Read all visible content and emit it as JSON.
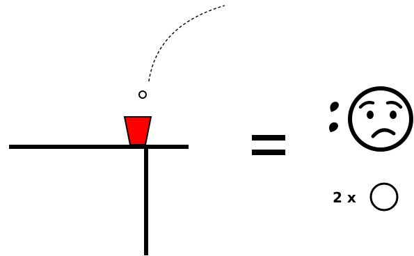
{
  "diagram": {
    "cup_color": "#ff0000",
    "line_color": "#000000",
    "background": "#ffffff",
    "equals_sign": "=",
    "result": {
      "face": "sad-face",
      "tear": "sweat-drop",
      "count_label": "2 x",
      "count_symbol": "empty-circle"
    }
  }
}
